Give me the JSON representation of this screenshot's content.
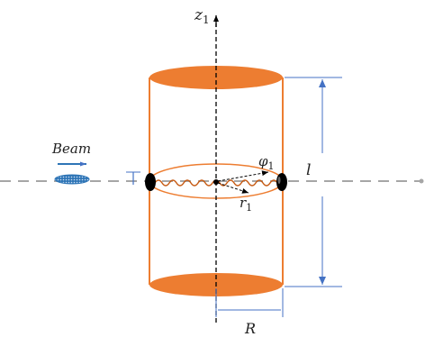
{
  "labels": {
    "z_axis": "z",
    "z_axis_sub": "1",
    "beam": "Beam",
    "phi": "φ",
    "phi_sub": "1",
    "r": "r",
    "r_sub": "1",
    "length": "l",
    "radius": "R"
  },
  "colors": {
    "cylinder": "#ed7d31",
    "dimension": "#4472c4",
    "beam": "#2e75b6",
    "axis": "#000000",
    "beam_axis": "#a6a6a6",
    "electrode": "#000000"
  }
}
